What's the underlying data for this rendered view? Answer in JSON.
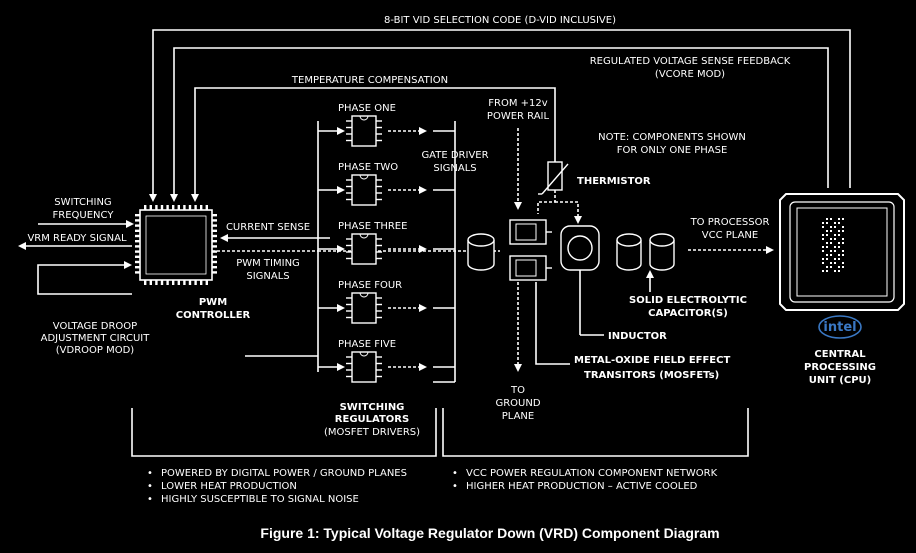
{
  "diagram": {
    "top_signals": {
      "vid": "8-BIT VID SELECTION CODE (D-VID INCLUSIVE)",
      "sense_line1": "REGULATED VOLTAGE SENSE FEEDBACK",
      "sense_line2": "(VCORE MOD)",
      "temp": "TEMPERATURE COMPENSATION"
    },
    "left": {
      "switching_freq_line1": "SWITCHING",
      "switching_freq_line2": "FREQUENCY",
      "vrm_ready": "VRM READY SIGNAL",
      "droop_line1": "VOLTAGE DROOP",
      "droop_line2": "ADJUSTMENT CIRCUIT",
      "droop_line3": "(VDROOP MOD)"
    },
    "pwm": {
      "line1": "PWM",
      "line2": "CONTROLLER"
    },
    "current_sense": "CURRENT SENSE",
    "pwm_timing_line1": "PWM TIMING",
    "pwm_timing_line2": "SIGNALS",
    "phases": [
      "PHASE ONE",
      "PHASE TWO",
      "PHASE THREE",
      "PHASE FOUR",
      "PHASE FIVE"
    ],
    "gate_driver_line1": "GATE DRIVER",
    "gate_driver_line2": "SIGNALS",
    "switching_regs": {
      "line1": "SWITCHING",
      "line2": "REGULATORS",
      "line3": "(MOSFET DRIVERS)"
    },
    "power_rail_line1": "FROM +12v",
    "power_rail_line2": "POWER RAIL",
    "thermistor": "THERMISTOR",
    "note_line1": "NOTE: COMPONENTS SHOWN",
    "note_line2": "FOR ONLY ONE PHASE",
    "ground_line1": "TO",
    "ground_line2": "GROUND",
    "ground_line3": "PLANE",
    "inductor": "INDUCTOR",
    "mosfet_line1": "METAL-OXIDE FIELD EFFECT",
    "mosfet_line2": "TRANSITORS (MOSFETs)",
    "capacitors_line1": "SOLID ELECTROLYTIC",
    "capacitors_line2": "CAPACITOR(S)",
    "vcc_line1": "TO PROCESSOR",
    "vcc_line2": "VCC PLANE",
    "cpu": {
      "brand": "intel",
      "line1": "CENTRAL",
      "line2": "PROCESSING",
      "line3": "UNIT (CPU)"
    },
    "left_bullets": [
      "POWERED BY DIGITAL POWER / GROUND PLANES",
      "LOWER HEAT PRODUCTION",
      "HIGHLY SUSCEPTIBLE TO SIGNAL NOISE"
    ],
    "right_bullets": [
      "VCC POWER REGULATION COMPONENT NETWORK",
      "HIGHER HEAT PRODUCTION – ACTIVE COOLED"
    ],
    "bullet_glyph": "•",
    "caption": "Figure 1: Typical Voltage Regulator Down (VRD) Component Diagram"
  },
  "colors": {
    "background": "#000000",
    "foreground": "#ffffff",
    "intel_blue": "#3a78c4"
  }
}
